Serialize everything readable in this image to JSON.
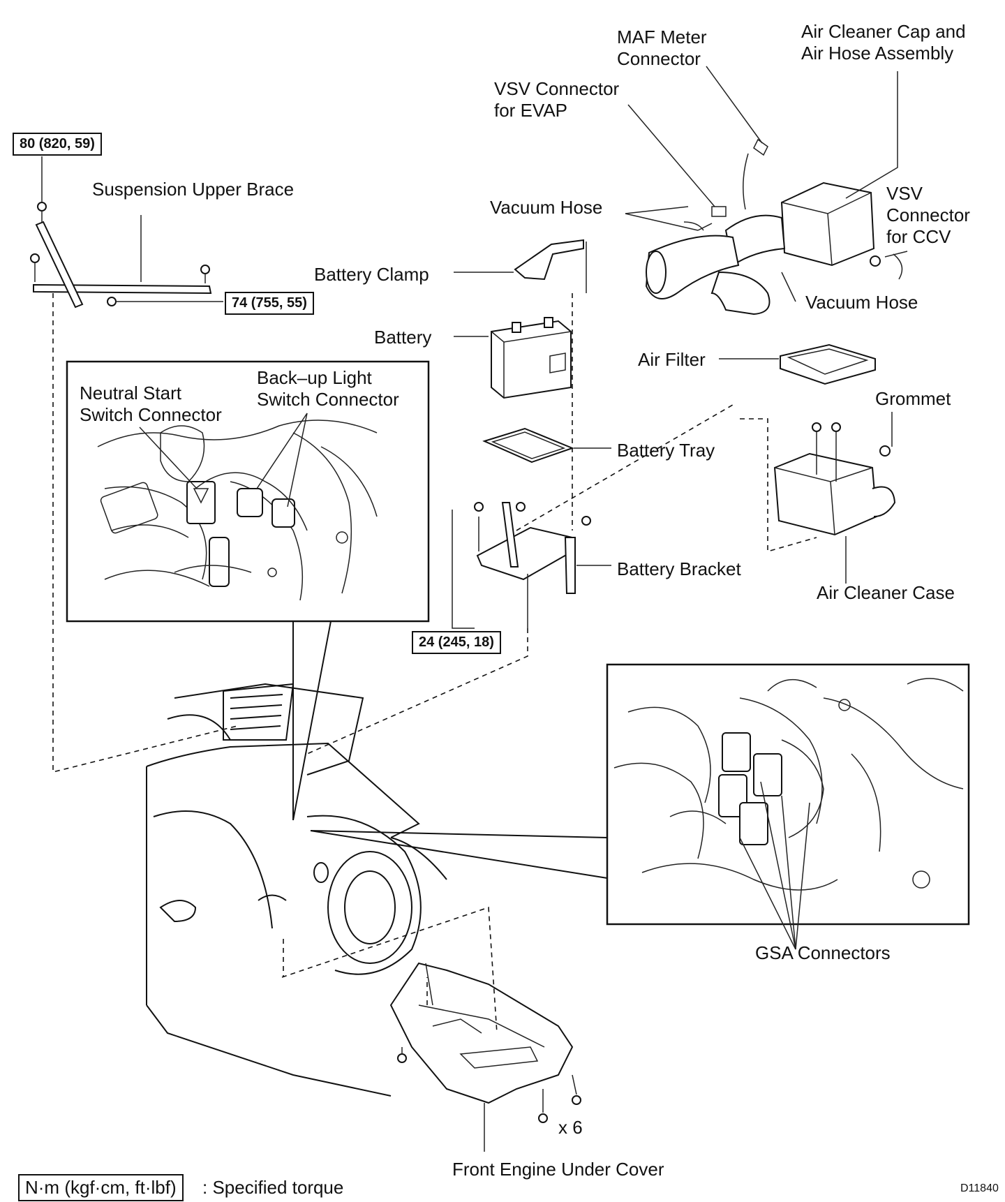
{
  "labels": {
    "maf_meter_connector": "MAF Meter\nConnector",
    "air_cleaner_cap": "Air Cleaner Cap and\nAir Hose Assembly",
    "vsv_connector_evap": "VSV Connector\nfor EVAP",
    "vsv_connector_ccv": "VSV\nConnector\nfor CCV",
    "vacuum_hose_top": "Vacuum Hose",
    "vacuum_hose_bottom": "Vacuum Hose",
    "suspension_upper_brace": "Suspension Upper Brace",
    "battery_clamp": "Battery Clamp",
    "battery": "Battery",
    "air_filter": "Air Filter",
    "grommet": "Grommet",
    "neutral_start_switch_connector": "Neutral Start\nSwitch Connector",
    "backup_light_switch_connector": "Back–up Light\nSwitch Connector",
    "battery_tray": "Battery Tray",
    "battery_bracket": "Battery Bracket",
    "air_cleaner_case": "Air Cleaner Case",
    "gsa_connectors": "GSA Connectors",
    "front_engine_under_cover": "Front Engine Under Cover",
    "quantity": "x 6"
  },
  "torques": {
    "brace_nut": "80 (820, 59)",
    "brace_bolt": "74 (755, 55)",
    "bracket_bolt": "24 (245, 18)"
  },
  "legend": {
    "unit_box": "N·m (kgf·cm, ft·lbf)",
    "description": ": Specified torque"
  },
  "figure_code": "D11840"
}
